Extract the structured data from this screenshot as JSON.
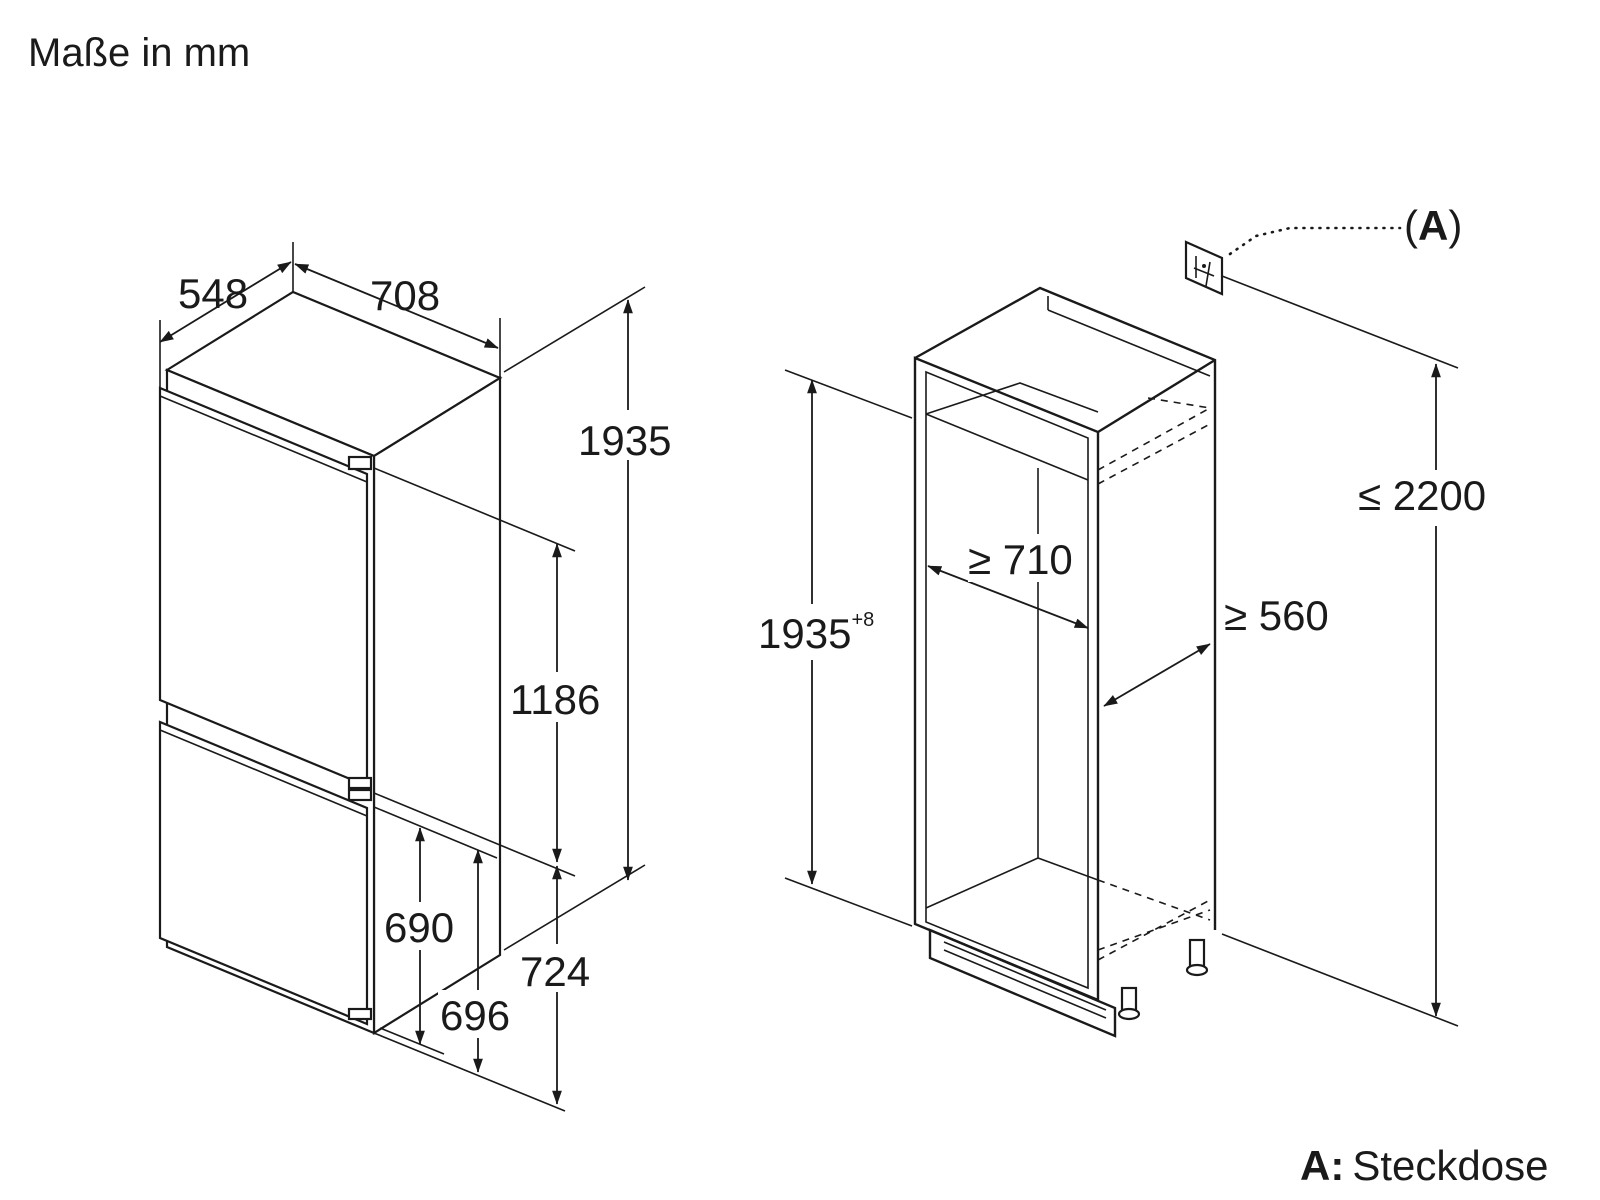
{
  "title": "Maße in mm",
  "appliance": {
    "dims": {
      "depth": "548",
      "width": "708",
      "height": "1935",
      "upper_section": "1186",
      "lower_a": "690",
      "lower_b": "696",
      "lower_c": "724"
    }
  },
  "niche": {
    "dims": {
      "height": "1935",
      "height_tolerance": "+8",
      "depth_min": "≥ 710",
      "width_min": "≥ 560",
      "room_height_max": "≤ 2200"
    },
    "socket_marker": {
      "letter": "A",
      "open_paren": "(",
      "close_paren": ")"
    }
  },
  "legend": {
    "key": "A:",
    "text": "Steckdose"
  }
}
